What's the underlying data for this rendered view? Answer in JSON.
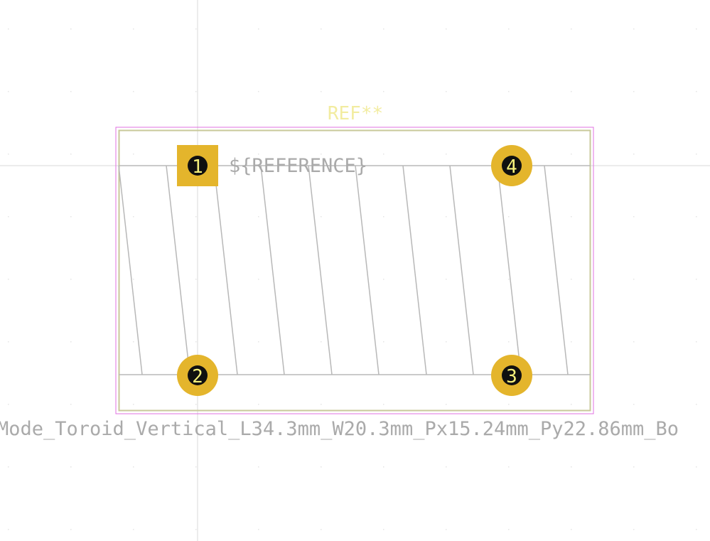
{
  "footprint": {
    "ref_designator": "REF**",
    "reference_field": "${REFERENCE}",
    "value_field": "Mode_Toroid_Vertical_L34.3mm_W20.3mm_Px15.24mm_Py22.86mm_Bo"
  },
  "pads": [
    {
      "number": "1",
      "shape": "square"
    },
    {
      "number": "2",
      "shape": "circle"
    },
    {
      "number": "3",
      "shape": "circle"
    },
    {
      "number": "4",
      "shape": "circle"
    }
  ],
  "colors": {
    "background": "#ffffff",
    "pad_fill": "#e4b52c",
    "pad_hole": "#101010",
    "pad_number": "#f5f07a",
    "ref_text": "#f2eca0",
    "fab_text": "#aaaaaa",
    "fab_lines": "#b8b8b8",
    "silkscreen": "#c8c89a",
    "courtyard": "#e070e0",
    "crosshair": "#d8d8d8",
    "grid_dot": "#e4e4e4"
  }
}
